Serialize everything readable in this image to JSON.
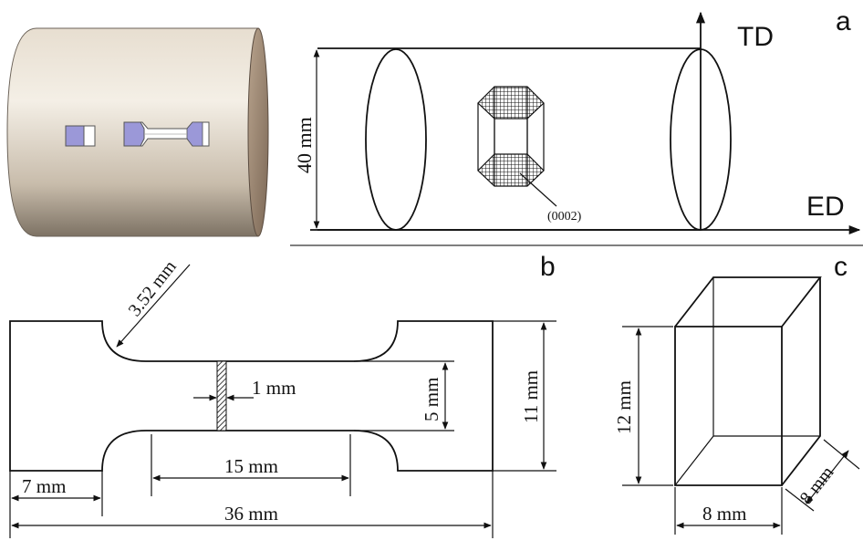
{
  "panel_labels": {
    "a": "a",
    "b": "b",
    "c": "c"
  },
  "panel_a": {
    "height_dim": "40 mm",
    "axis_td": "TD",
    "axis_ed": "ED",
    "plane_label": "(0002)"
  },
  "panel_b": {
    "radius_dim": "3.52 mm",
    "notch_width_dim": "1 mm",
    "gauge_width_dim": "5 mm",
    "total_width_dim": "11 mm",
    "gauge_length_dim": "15 mm",
    "grip_length_dim": "7 mm",
    "total_length_dim": "36 mm"
  },
  "panel_c": {
    "height_dim": "12 mm",
    "width_dim": "8 mm",
    "depth_dim": "8 mm"
  },
  "colors": {
    "cylinder_light": "#efe8dc",
    "cylinder_dark": "#8a7e70",
    "cylinder_end": "#9a8571",
    "specimen_blue": "#9b98d8"
  }
}
